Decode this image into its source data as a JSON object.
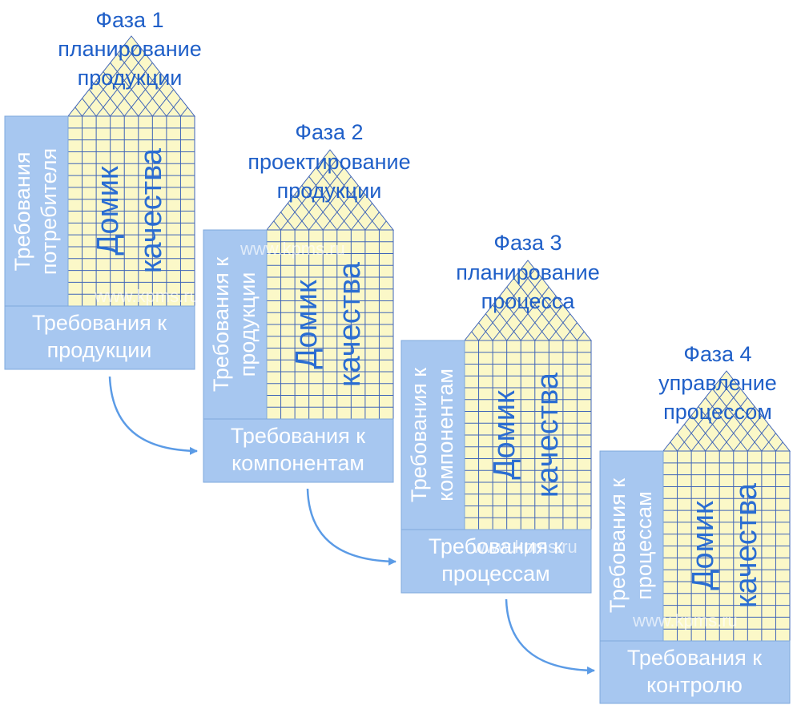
{
  "phases": [
    {
      "title_line1": "Фаза 1",
      "title_line2": "планирование",
      "title_line3": "продукции",
      "left_line1": "Требования",
      "left_line2": "потребителя",
      "bottom_line1": "Требования к",
      "bottom_line2": "продукции",
      "house_line1": "Домик",
      "house_line2": "качества"
    },
    {
      "title_line1": "Фаза 2",
      "title_line2": "проектирование",
      "title_line3": "продукции",
      "left_line1": "Требования к",
      "left_line2": "продукции",
      "bottom_line1": "Требования к",
      "bottom_line2": "компонентам",
      "house_line1": "Домик",
      "house_line2": "качества"
    },
    {
      "title_line1": "Фаза 3",
      "title_line2": "планирование",
      "title_line3": "процесса",
      "left_line1": "Требования к",
      "left_line2": "компонентам",
      "bottom_line1": "Требования к",
      "bottom_line2": "процессам",
      "house_line1": "Домик",
      "house_line2": "качества"
    },
    {
      "title_line1": "Фаза 4",
      "title_line2": "управление",
      "title_line3": "процессом",
      "left_line1": "Требования к",
      "left_line2": "процессам",
      "bottom_line1": "Требования к",
      "bottom_line2": "контролю",
      "house_line1": "Домик",
      "house_line2": "качества"
    }
  ],
  "watermarks": [
    "www.kpms.ru",
    "www.kpms.ru",
    "www.kpms.ru",
    "www.kpms.ru"
  ],
  "colors": {
    "title": "#1f5fc8",
    "panel_fill": "#a7c7f0",
    "panel_border": "#7fa8dc",
    "matrix_fill": "#fbf8c8",
    "grid_line": "#3f64b8",
    "house_text": "#2a6dd2",
    "arrow": "#5b9be6"
  }
}
